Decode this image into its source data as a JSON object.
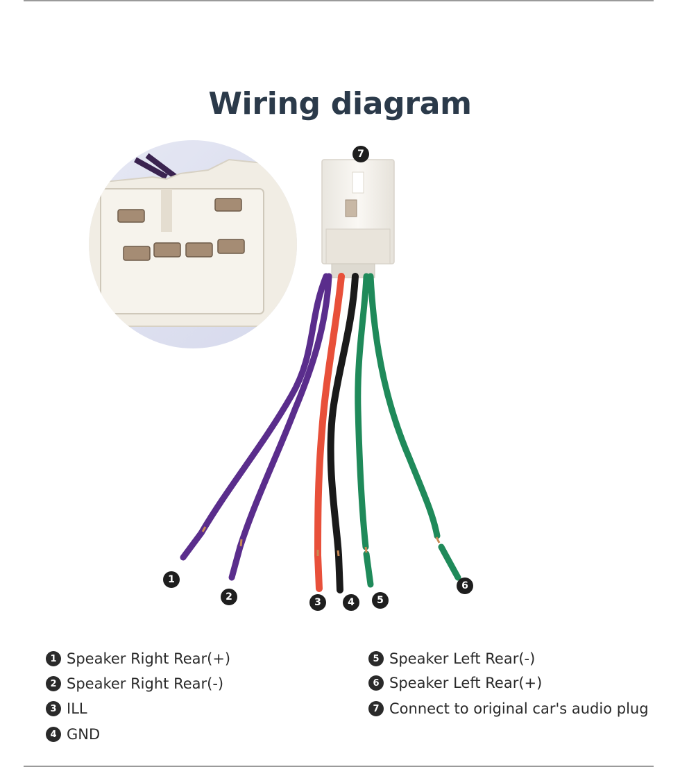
{
  "title": "Wiring diagram",
  "colors": {
    "purple_wire": "#5a2d8c",
    "red_wire": "#e8503a",
    "black_wire": "#1a1a1a",
    "green_wire": "#1f8a5a",
    "connector": "#f3f0ea",
    "title": "#2b3a4a"
  },
  "callouts": [
    "1",
    "2",
    "3",
    "4",
    "5",
    "6",
    "7"
  ],
  "legend": [
    {
      "num": "1",
      "text": "Speaker Right Rear(+)"
    },
    {
      "num": "2",
      "text": "Speaker Right Rear(-)"
    },
    {
      "num": "3",
      "text": "ILL"
    },
    {
      "num": "4",
      "text": "GND"
    },
    {
      "num": "5",
      "text": "Speaker Left Rear(-)"
    },
    {
      "num": "6",
      "text": "Speaker Left Rear(+)"
    },
    {
      "num": "7",
      "text": "Connect to original car's audio plug"
    }
  ]
}
